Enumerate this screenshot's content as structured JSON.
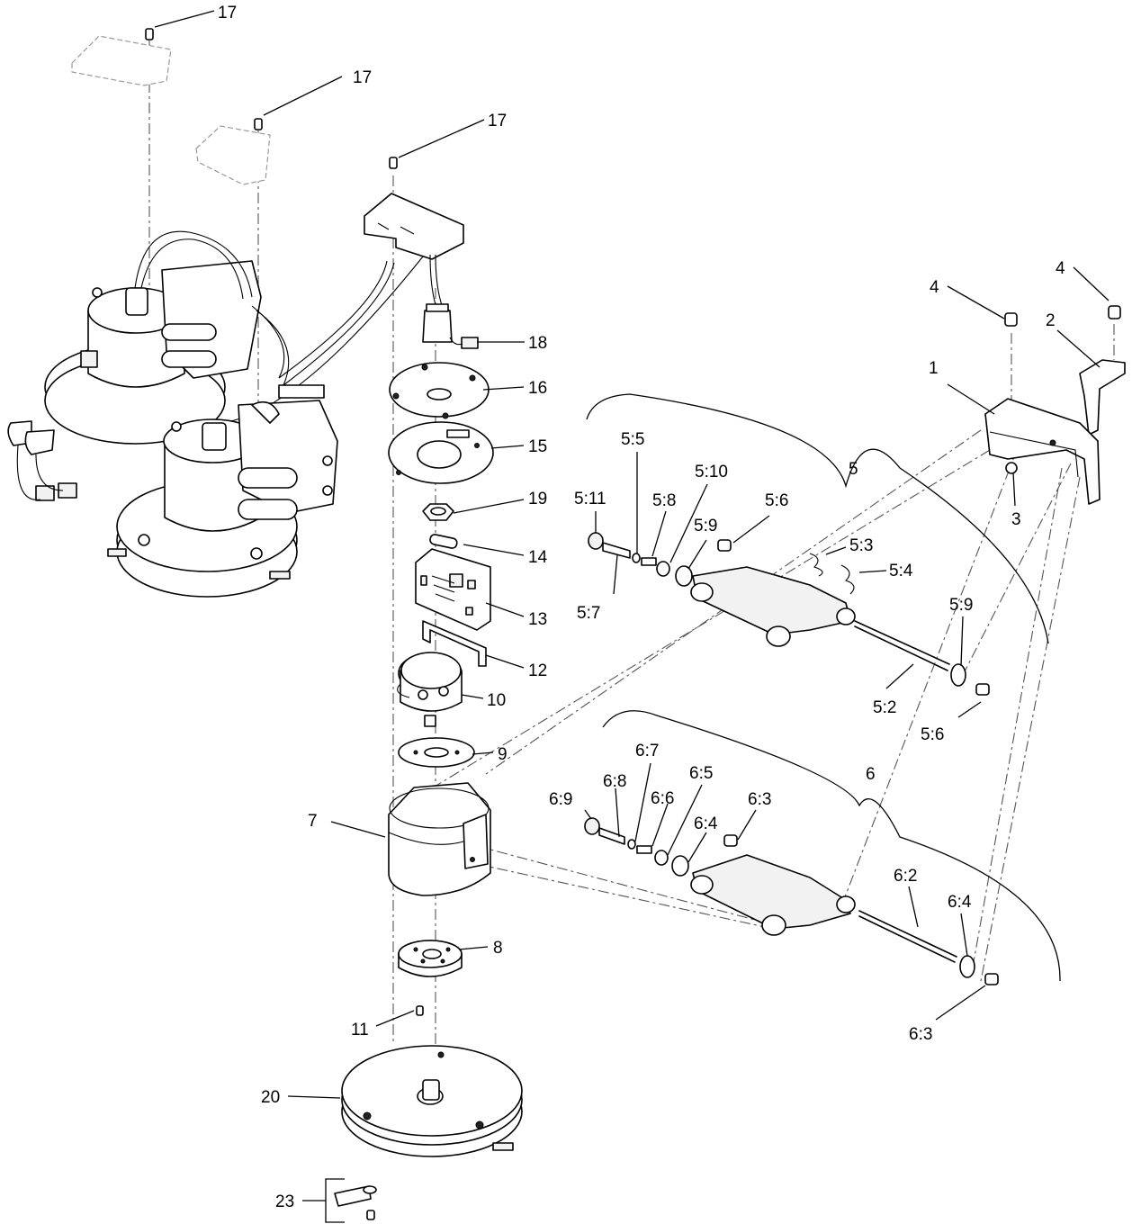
{
  "callouts": {
    "c17a": "17",
    "c17b": "17",
    "c17c": "17",
    "c18": "18",
    "c16": "16",
    "c15": "15",
    "c19": "19",
    "c14": "14",
    "c13": "13",
    "c12": "12",
    "c10": "10",
    "c9": "9",
    "c7": "7",
    "c8": "8",
    "c11": "11",
    "c20": "20",
    "c23": "23",
    "c4a": "4",
    "c4b": "4",
    "c2": "2",
    "c1": "1",
    "c3": "3",
    "c5": "5",
    "c5_11": "5:11",
    "c5_5": "5:5",
    "c5_8": "5:8",
    "c5_10": "5:10",
    "c5_9a": "5:9",
    "c5_6a": "5:6",
    "c5_3": "5:3",
    "c5_4": "5:4",
    "c5_7": "5:7",
    "c5_9b": "5:9",
    "c5_2": "5:2",
    "c5_6b": "5:6",
    "c6": "6",
    "c6_9": "6:9",
    "c6_8": "6:8",
    "c6_7": "6:7",
    "c6_6": "6:6",
    "c6_5": "6:5",
    "c6_4a": "6:4",
    "c6_3a": "6:3",
    "c6_2": "6:2",
    "c6_4b": "6:4",
    "c6_3b": "6:3"
  },
  "colors": {
    "line": "#000000",
    "hidden": "#9a9a9a",
    "background": "#ffffff"
  }
}
